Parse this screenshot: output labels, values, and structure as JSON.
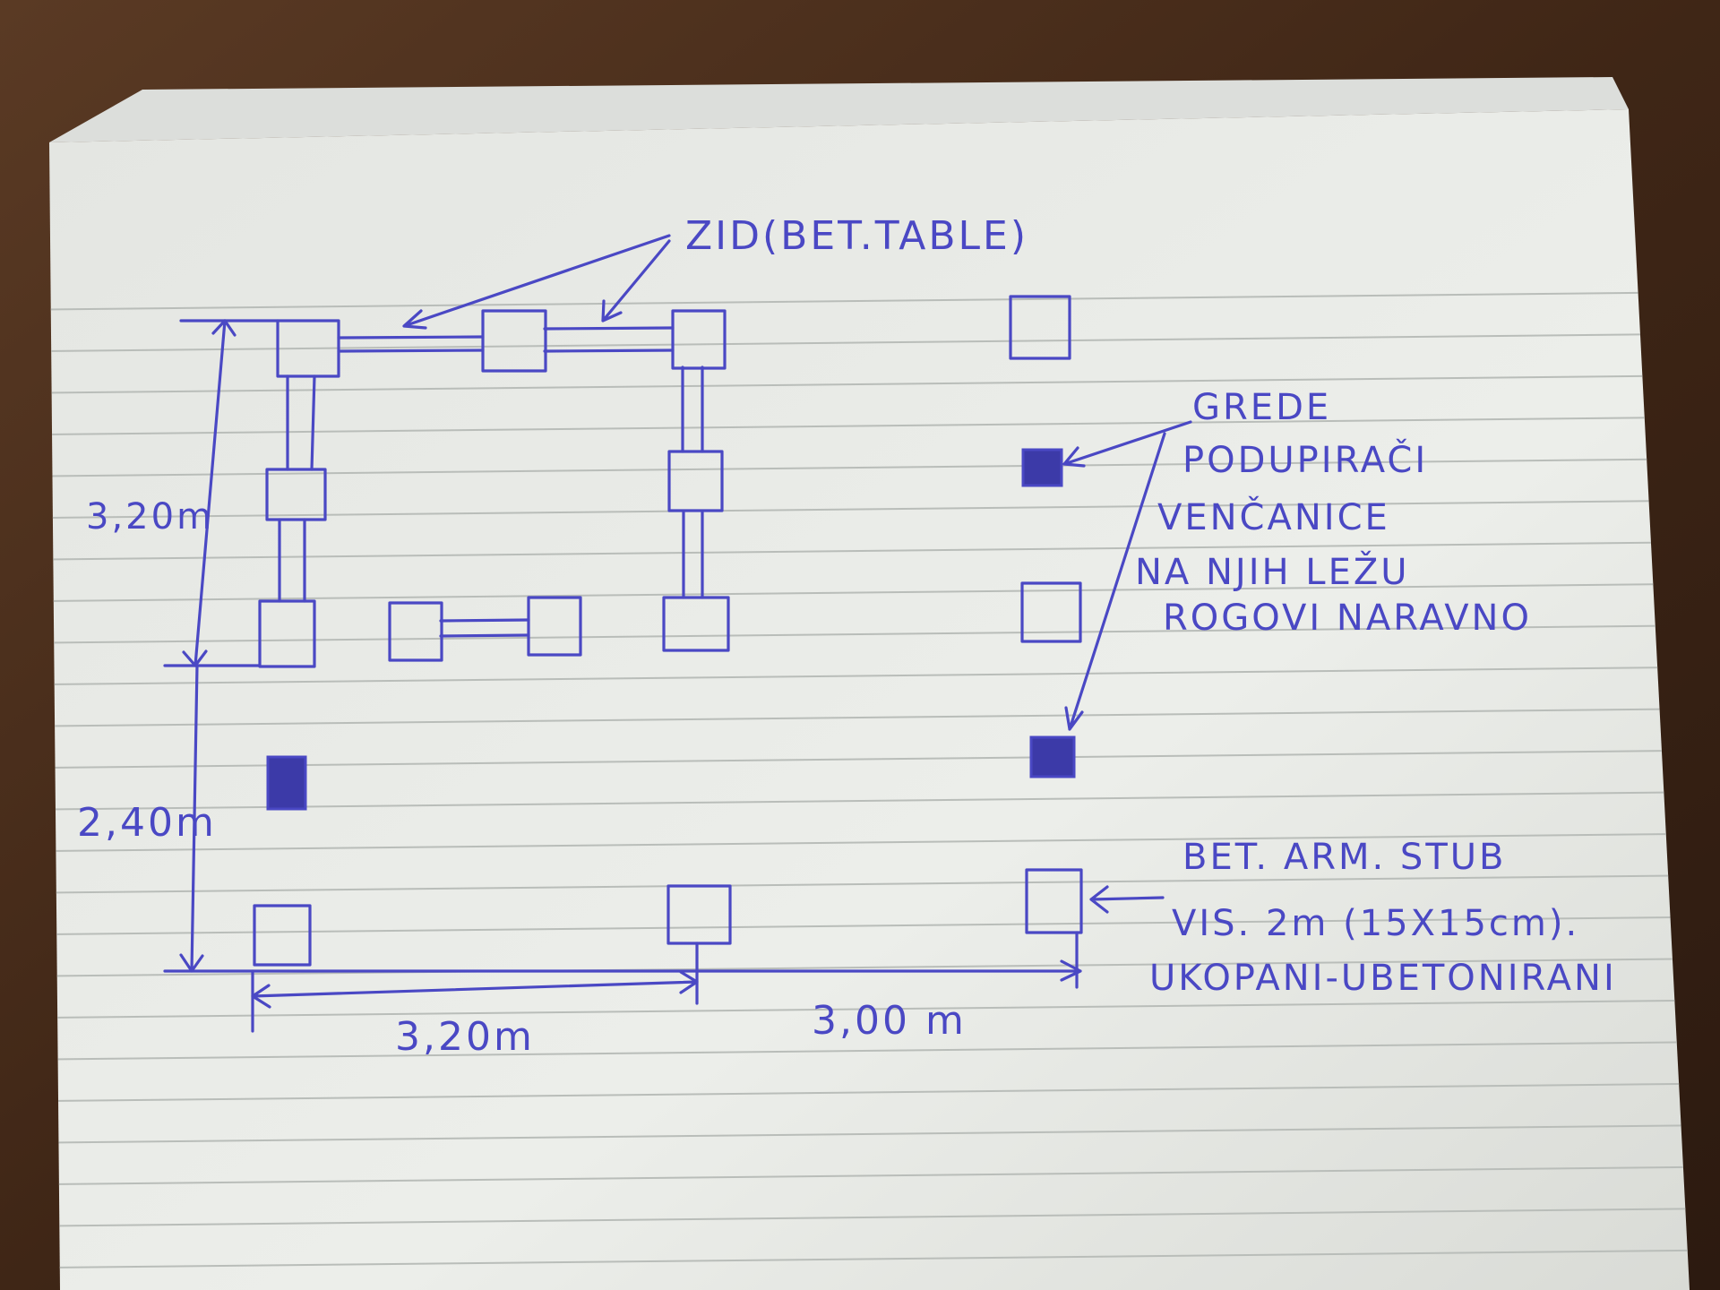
{
  "labels": {
    "wall": "ZID(BET.TABLE)",
    "beams": [
      "GREDE",
      "PODUPIRAČI",
      "VENČANICE",
      "NA NJIH LEŽU",
      "ROGOVI NARAVNO"
    ],
    "column": [
      "BET. ARM. STUB",
      "VIS. 2m (15X15cm).",
      "UKOPANI-UBETONIRANI"
    ]
  },
  "dimensions": {
    "left_upper": "3,20m",
    "left_lower": "2,40m",
    "bottom_left": "3,20m",
    "bottom_right": "3,00 m"
  },
  "colors": {
    "ink": "#4a48c4",
    "paper": "#e9ebe6",
    "wood": "#4a2e1c"
  }
}
